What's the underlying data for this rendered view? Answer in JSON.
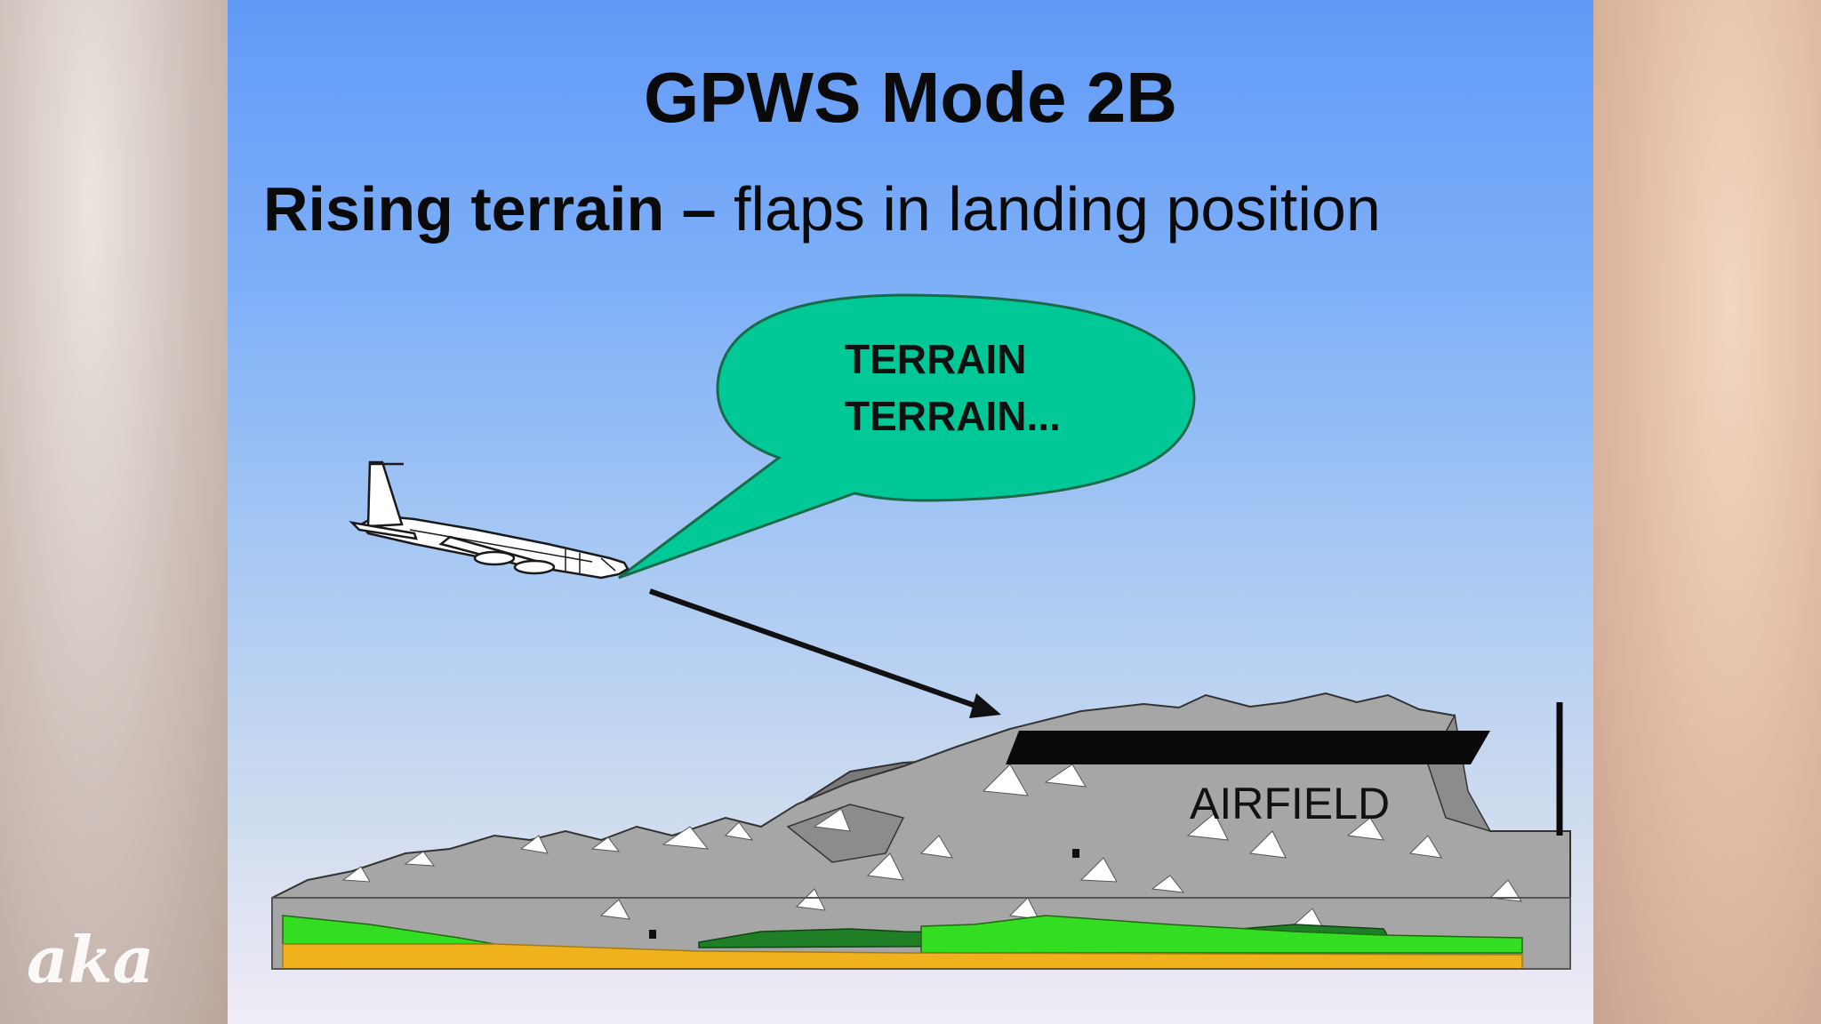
{
  "slide": {
    "title": "GPWS Mode 2B",
    "subtitle_bold": "Rising terrain –",
    "subtitle_rest": " flaps in landing position",
    "callout_line1": "TERRAIN",
    "callout_line2": "TERRAIN...",
    "airfield_label": "AIRFIELD"
  },
  "watermark": {
    "text": "aka"
  },
  "colors": {
    "sky_top": "#619af7",
    "callout_fill": "#00c896",
    "terrain_grey": "#a6a6a6",
    "terrain_dark": "#7a7a7a",
    "grass_green": "#33dd22",
    "dark_green": "#1e7f26",
    "soil_orange": "#f0b21c",
    "airfield_black": "#0a0a0a"
  },
  "icons": {
    "aircraft": "jet-airliner-icon",
    "arrow": "descent-path-arrow"
  }
}
